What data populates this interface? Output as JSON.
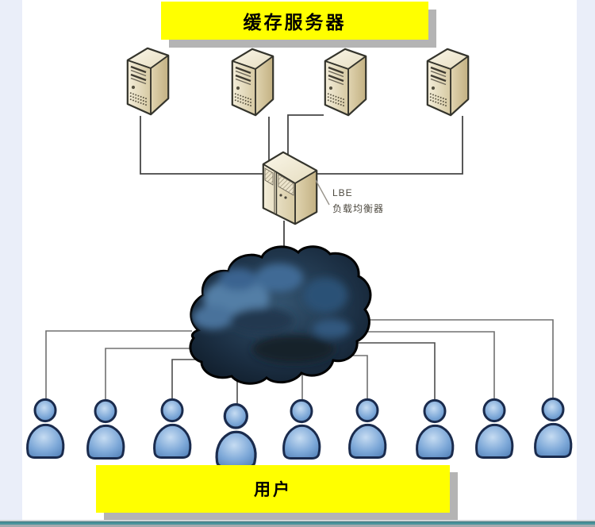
{
  "banners": {
    "top_label": "缓存服务器",
    "bottom_label": "用户"
  },
  "load_balancer": {
    "label_line1": "LBE",
    "label_line2": "负载均衡器"
  },
  "counts": {
    "cache_servers": 4,
    "users": 9
  },
  "colors": {
    "banner_bg": "#ffff00",
    "banner_text": "#000000",
    "banner_shadow": "#b4b4b4",
    "page_margin": "#eaeef9",
    "bottom_rule_teal": "#4b949c",
    "server_beige": "#e9e0c6",
    "cloud_dark": "#101d2b",
    "cloud_light": "#4f7ca8",
    "user_blue": "#6e9cd0",
    "connector_gray": "#707070"
  }
}
